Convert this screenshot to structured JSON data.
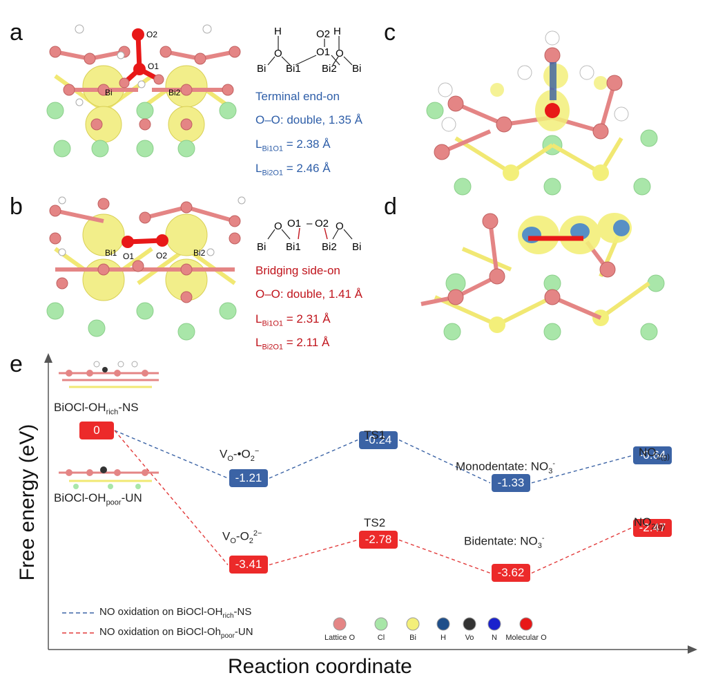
{
  "panels": {
    "a": "a",
    "b": "b",
    "c": "c",
    "d": "d",
    "e": "e"
  },
  "panel_a": {
    "atom_labels": {
      "o2": "O2",
      "o1": "O1",
      "bi1": "Bi",
      "bi2": "Bi2"
    },
    "scheme": {
      "h1": "H",
      "h2": "H",
      "o2": "O2",
      "o1": "O1",
      "bi_left": "Bi",
      "bi1": "Bi1",
      "bi2": "Bi2",
      "bi_right": "Bi"
    },
    "mode": "Terminal end-on",
    "bond": "O–O: double, 1.35 Å",
    "l1": {
      "L": "L",
      "sub": "Bi1O1",
      "val": " = 2.38 Å"
    },
    "l2": {
      "L": "L",
      "sub": "Bi2O1",
      "val": " = 2.46 Å"
    }
  },
  "panel_b": {
    "atom_labels": {
      "o1": "O1",
      "o2": "O2",
      "bi1": "Bi1",
      "bi2": "Bi2"
    },
    "scheme": {
      "o1": "O1",
      "dash": "–",
      "o2": "O2",
      "bi_left": "Bi",
      "bi1": "Bi1",
      "bi2": "Bi2",
      "bi_right": "Bi"
    },
    "mode": "Bridging side-on",
    "bond": "O–O: double, 1.41 Å",
    "l1": {
      "L": "L",
      "sub": "Bi1O1",
      "val": " = 2.31 Å"
    },
    "l2": {
      "L": "L",
      "sub": "Bi2O1",
      "val": " = 2.11 Å"
    }
  },
  "panel_e": {
    "ylabel": "Free energy (eV)",
    "xlabel": "Reaction coordinate",
    "start_label_top": {
      "pre": "BiOCl-OH",
      "sub": "rich",
      "post": "-NS"
    },
    "start_label_bottom": {
      "pre": "BiOCl-OH",
      "sub": "poor",
      "post": "-UN"
    },
    "state_labels": {
      "vo_o2_rad": {
        "pre": "V",
        "sub": "O",
        "post": "-•O",
        "sub2": "2",
        "sup": "−"
      },
      "vo_o2_2": {
        "pre": "V",
        "sub": "O",
        "post": "-O",
        "sub2": "2",
        "sup": "2−"
      },
      "ts1": "TS1",
      "ts2": "TS2",
      "mono": {
        "pre": "Monodentate: NO",
        "sub": "3",
        "sup": "-"
      },
      "bi": {
        "pre": "Bidentate: NO",
        "sub": "3",
        "sup": "-"
      },
      "no2_top": {
        "pre": "NO",
        "sub": "2(g)"
      },
      "no2_bottom": {
        "pre": "NO",
        "sub": "2(g)"
      }
    },
    "legend": [
      {
        "pre": "NO oxidation on BiOCl-OH",
        "sub": "rich",
        "post": "-NS",
        "color": "#3b63a5"
      },
      {
        "pre": "NO oxidation on BiOCl-Oh",
        "sub": "poor",
        "post": "-UN",
        "color": "#e23a3a"
      }
    ],
    "atom_legend": [
      {
        "label": "Lattice O",
        "color": "#e48585"
      },
      {
        "label": "Cl",
        "color": "#a8e6a8"
      },
      {
        "label": "Bi",
        "color": "#f3ef7a"
      },
      {
        "label": "H",
        "color": "#1f4f8a"
      },
      {
        "label": "Vo",
        "color": "#333333"
      },
      {
        "label": "N",
        "color": "#1b22cc"
      },
      {
        "label": "Molecular O",
        "color": "#e81818"
      }
    ]
  },
  "chart_data": {
    "type": "line",
    "xlabel": "Reaction coordinate",
    "ylabel": "Free energy (eV)",
    "series": [
      {
        "name": "NO oxidation on BiOCl-OHrich-NS",
        "color": "#3b63a5",
        "values": [
          0,
          -1.21,
          -0.24,
          -1.33,
          -0.64
        ],
        "labels": [
          "0",
          "-1.21",
          "-0.24",
          "-1.33",
          "-0.64"
        ]
      },
      {
        "name": "NO oxidation on BiOCl-Ohpoor-UN",
        "color": "#e23a3a",
        "values": [
          0,
          -3.41,
          -2.78,
          -3.62,
          -2.47
        ],
        "labels": [
          "0",
          "-3.41",
          "-2.78",
          "-3.62",
          "-2.47"
        ]
      }
    ]
  }
}
